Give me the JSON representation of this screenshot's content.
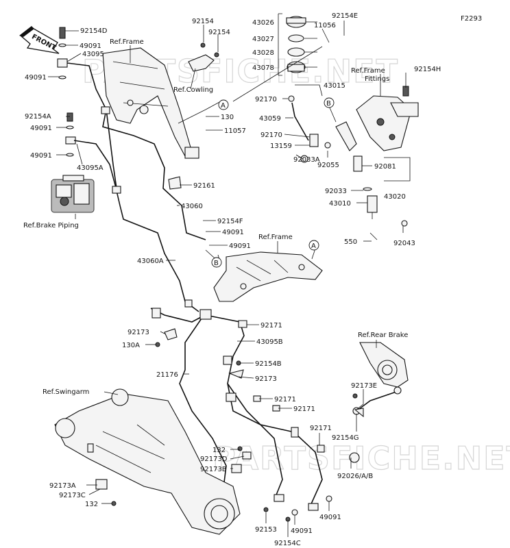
{
  "diagram_code": "F2293",
  "front_label": "FRONT",
  "watermark": "PARTSFICHE.NET",
  "callouts": {
    "A": "A",
    "B": "B"
  },
  "refs": {
    "frame_top": "Ref.Frame",
    "cowling": "Ref.Cowling",
    "frame_fittings_1": "Ref.Frame",
    "frame_fittings_2": "Fittings",
    "brake_piping": "Ref.Brake Piping",
    "frame_mid": "Ref.Frame",
    "rear_brake": "Ref.Rear Brake",
    "swingarm": "Ref.Swingarm"
  },
  "parts": {
    "p92154D": "92154D",
    "p49091a": "49091",
    "p43095": "43095",
    "p49091b": "49091",
    "p92154A": "92154A",
    "p49091c": "49091",
    "p49091d": "49091",
    "p43095A": "43095A",
    "p92154a": "92154",
    "p92154b": "92154",
    "p130": "130",
    "p11057": "11057",
    "p92161": "92161",
    "p43060": "43060",
    "p92154F": "92154F",
    "p49091e": "49091",
    "p49091f": "49091",
    "p43060A": "43060A",
    "p43026": "43026",
    "p43027": "43027",
    "p43028": "43028",
    "p43078": "43078",
    "p92154E": "92154E",
    "p11056": "11056",
    "p92154H": "92154H",
    "p43015": "43015",
    "p92170a": "92170",
    "p43059": "43059",
    "p92170b": "92170",
    "p13159": "13159",
    "p92033A": "92033A",
    "p92055": "92055",
    "p92081": "92081",
    "p92033": "92033",
    "p43020": "43020",
    "p43010": "43010",
    "p550": "550",
    "p92043": "92043",
    "p92171a": "92171",
    "p92173a": "92173",
    "p130A": "130A",
    "p43095B": "43095B",
    "p92154B": "92154B",
    "p21176": "21176",
    "p92173b": "92173",
    "p92171b": "92171",
    "p92171c": "92171",
    "p92173E": "92173E",
    "p92171d": "92171",
    "p92154G": "92154G",
    "p132a": "132",
    "p92173D": "92173D",
    "p92173B": "92173B",
    "p92026": "92026/A/B",
    "p92173A": "92173A",
    "p92173C": "92173C",
    "p132b": "132",
    "p92153": "92153",
    "p49091g": "49091",
    "p49091h": "49091",
    "p92154C": "92154C"
  }
}
